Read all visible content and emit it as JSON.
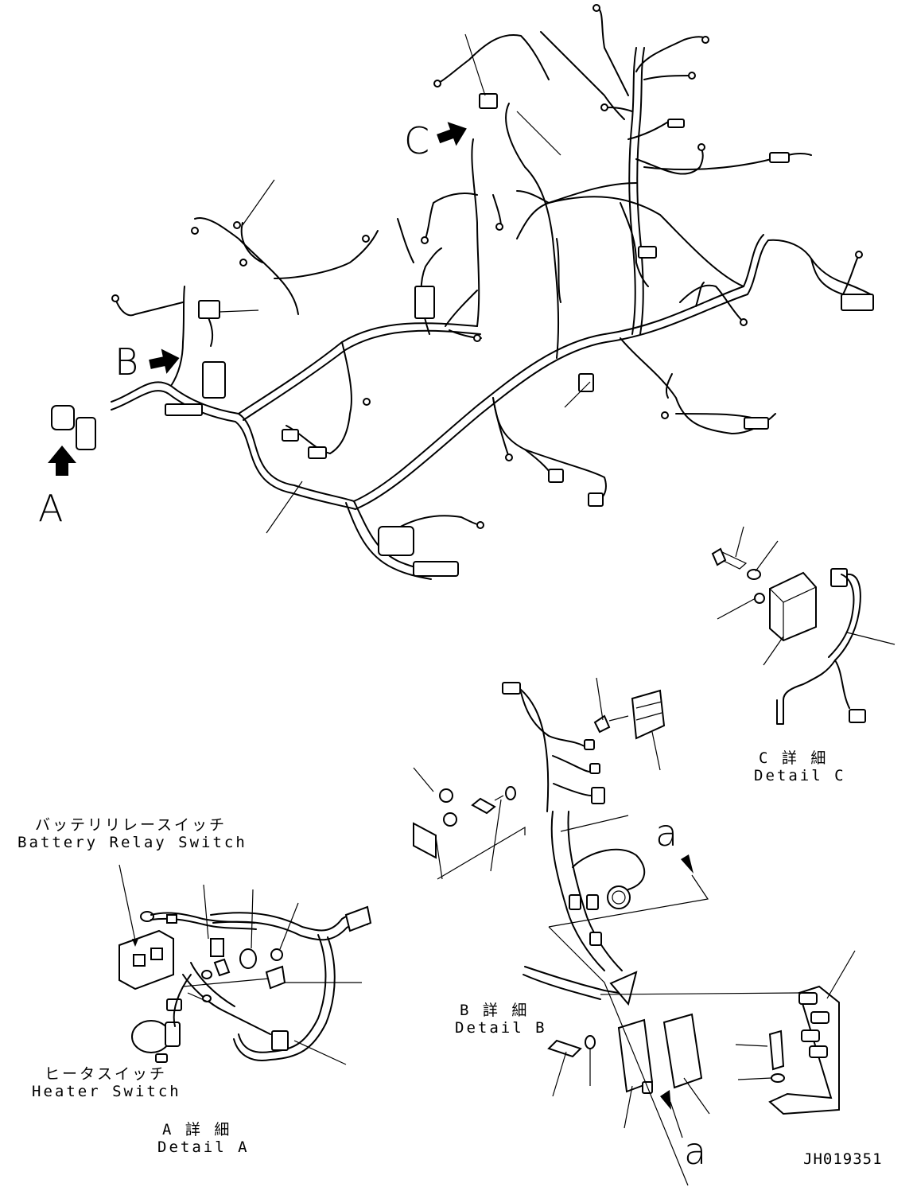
{
  "labels": {
    "view_a": "A",
    "view_b": "B",
    "view_c": "C",
    "ref_a_top": "a",
    "ref_a_bottom": "a",
    "battery_relay_jp": "バッテリリレースイッチ",
    "battery_relay_en": "Battery Relay Switch",
    "heater_switch_jp": "ヒータスイッチ",
    "heater_switch_en": "Heater Switch",
    "detail_a_jp": "A 詳 細",
    "detail_a_en": "Detail A",
    "detail_b_jp": "B 詳 細",
    "detail_b_en": "Detail B",
    "detail_c_jp": "C 詳 細",
    "detail_c_en": "Detail C",
    "drawing_number": "JH019351"
  },
  "colors": {
    "ink": "#000000",
    "paper": "#ffffff"
  }
}
